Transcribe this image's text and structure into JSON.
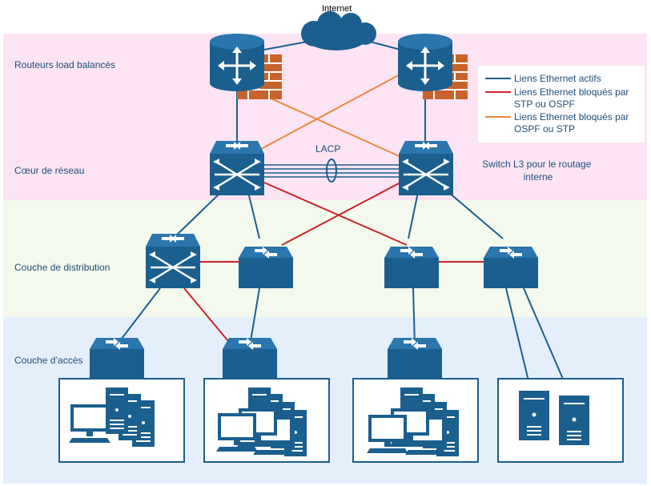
{
  "internet_label": "Internet",
  "layers": {
    "routers": "Routeurs load balancés",
    "core": "Cœur de réseau",
    "distribution": "Couche de distribution",
    "access": "Couche d’accès"
  },
  "lacp_label": "LACP",
  "switch_l3_note": [
    "Switch L3 pour le routage",
    "interne"
  ],
  "legend": {
    "active": "Liens Ethernet actifs",
    "blocked_stp": [
      "Liens Ethernet bloqués par",
      "STP ou OSPF"
    ],
    "blocked_ospf": [
      "Liens Ethernet bloqués par",
      "OSPF ou STP"
    ]
  },
  "colors": {
    "band_routers": "#fce4f4",
    "band_core": "#fce4f4",
    "band_distribution": "#f3f9ec",
    "band_access": "#e4effb",
    "device": "#1b5f8f",
    "device_dark": "#0f3f63",
    "link_active": "#1b5f8f",
    "link_blocked_red": "#c9242b",
    "link_blocked_orange": "#ec8a3d",
    "firewall": "#c8632b",
    "cloud": "#1b5f8f"
  }
}
